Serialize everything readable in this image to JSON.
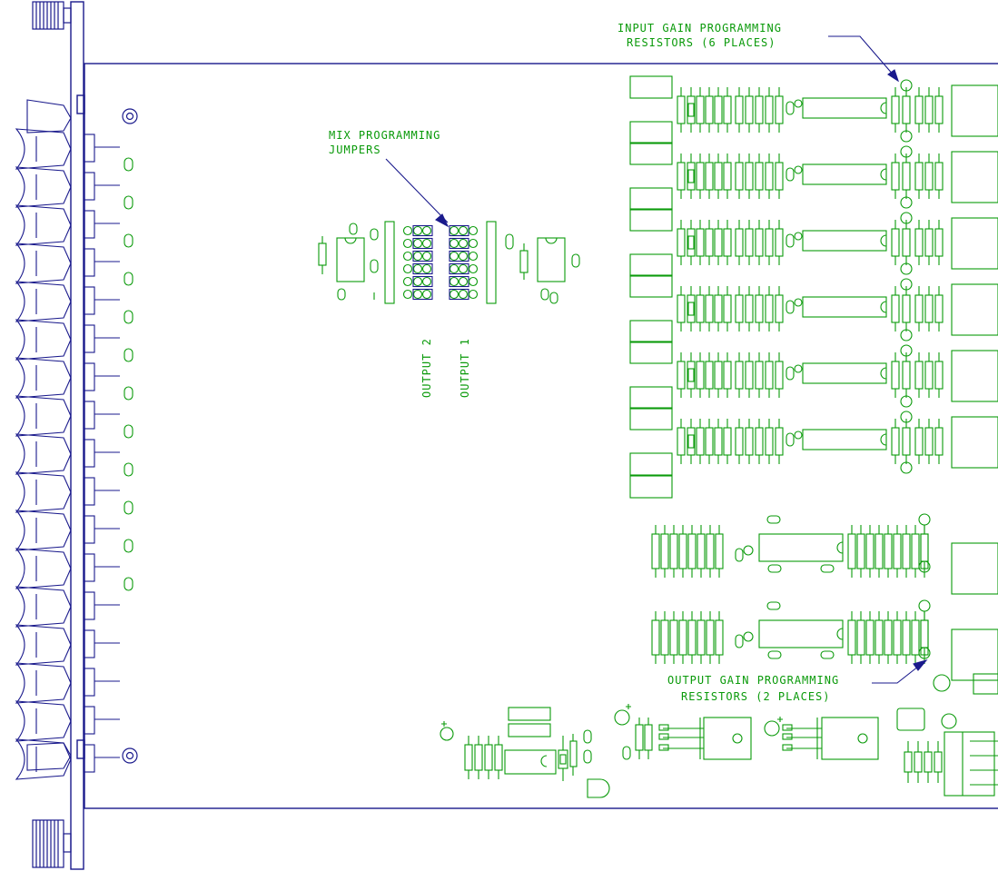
{
  "annotations": {
    "input_gain_line1": "INPUT GAIN PROGRAMMING",
    "input_gain_line2": "RESISTORS (6 PLACES)",
    "mix_line1": "MIX PROGRAMMING",
    "mix_line2": "JUMPERS",
    "output_gain_line1": "OUTPUT GAIN PROGRAMMING",
    "output_gain_line2": "RESISTORS (2 PLACES)",
    "output_2": "OUTPUT 2",
    "output_1": "OUTPUT 1"
  },
  "colors": {
    "outline": "#1a1a8c",
    "components": "#0a9a0a",
    "arrow": "#1a1a8c"
  },
  "counts": {
    "input_channels": 6,
    "output_channels": 2,
    "jumper_rows": 6
  }
}
